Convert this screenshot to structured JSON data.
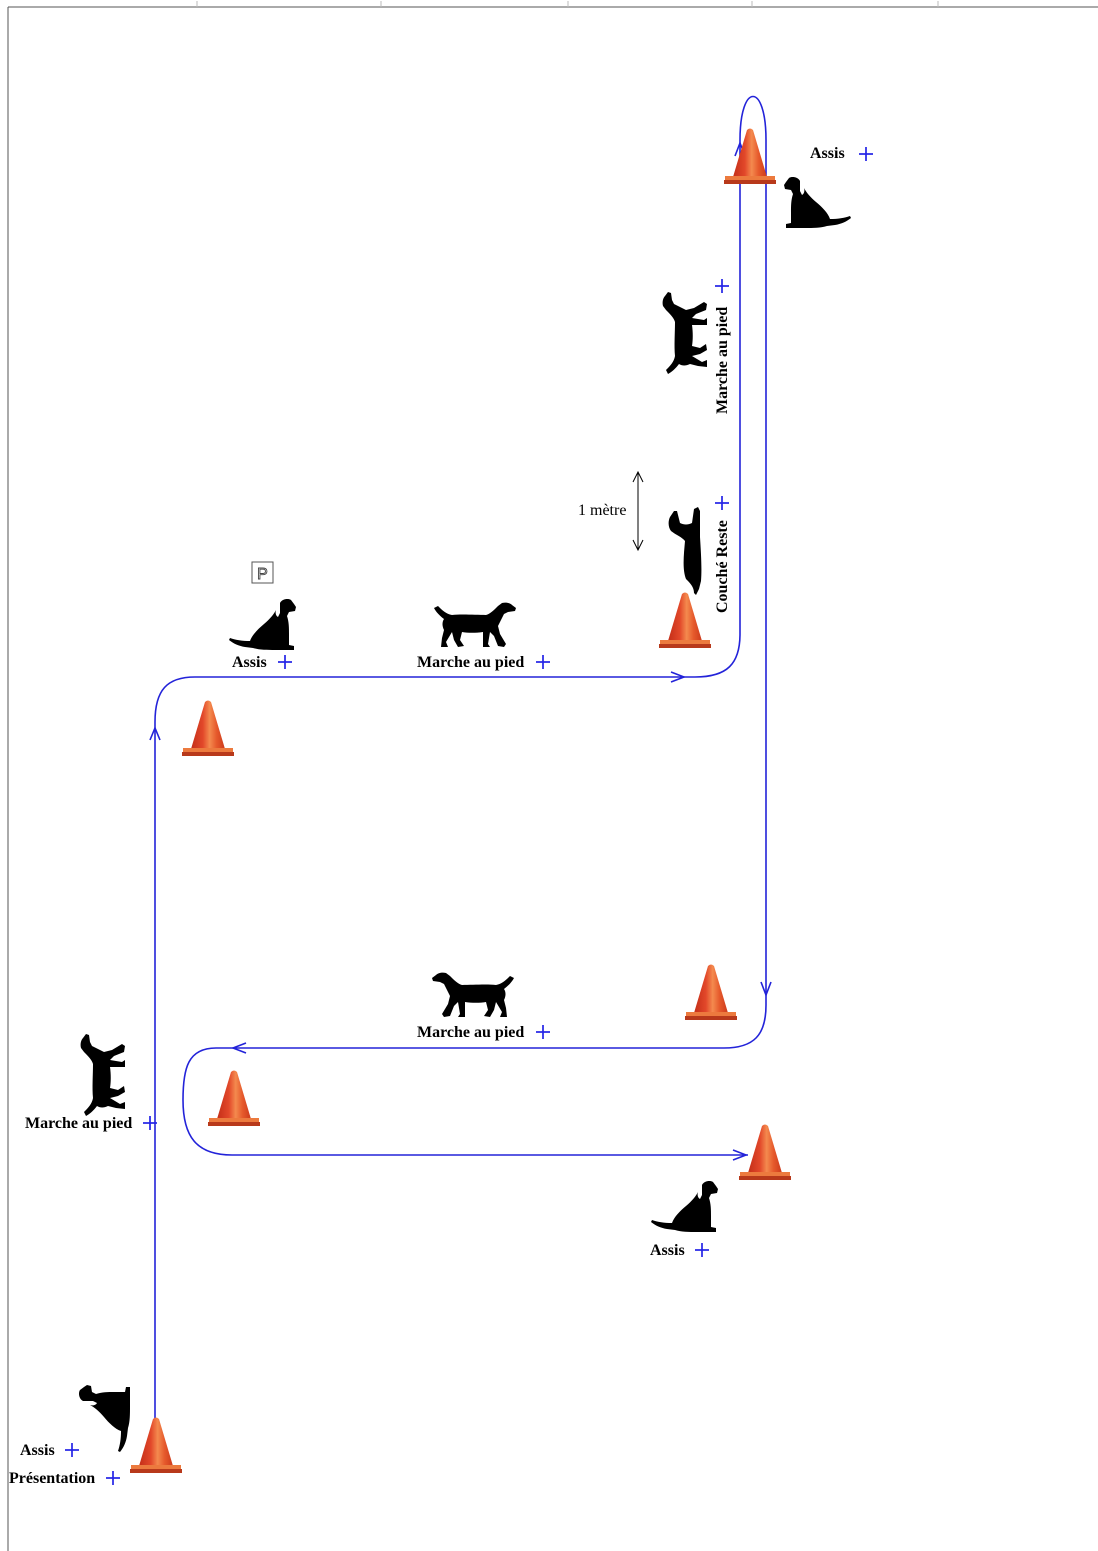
{
  "diagram": {
    "labels": {
      "assis_top_right": "Assis",
      "marche_au_pied_vertical": "Marche au pied",
      "couche_reste": "Couché Reste",
      "distance_marker": "1 mètre",
      "start_marker": "P",
      "assis_start": "Assis",
      "marche_au_pied_top": "Marche au pied",
      "marche_au_pied_middle": "Marche au pied",
      "marche_au_pied_left": "Marche au pied",
      "assis_bottom_right": "Assis",
      "assis_bottom_left": "Assis",
      "presentation": "Présentation"
    }
  },
  "icons": {
    "cone": "traffic-cone-icon",
    "sitting_dog": "sitting-dog-icon",
    "walking_dog": "walking-dog-icon",
    "lying_dog": "lying-dog-icon",
    "plus": "plus-icon",
    "arrow": "arrowhead-icon"
  },
  "colors": {
    "route": "#2323d9",
    "plus": "#2323e6",
    "cone": "#e24a26",
    "dog": "#000000",
    "frame": "#555555"
  }
}
